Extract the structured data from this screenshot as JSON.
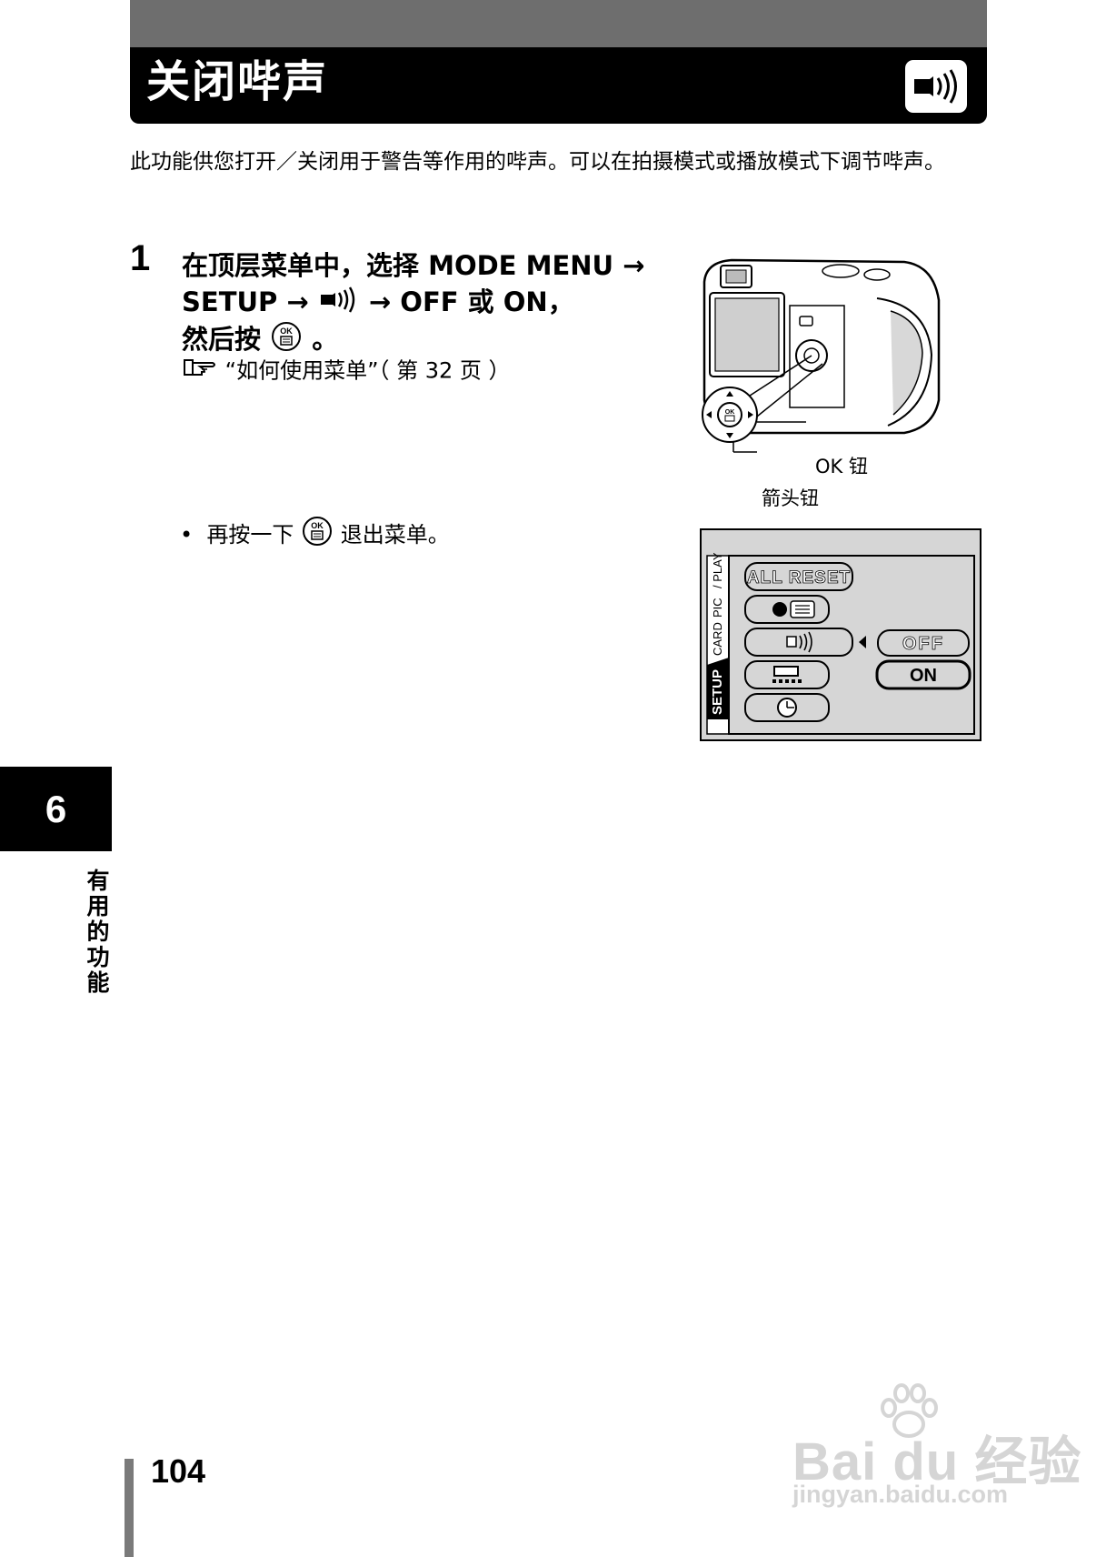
{
  "header": {
    "title": "关闭哔声",
    "icon": "beep-sound-icon"
  },
  "intro": "此功能供您打开／关闭用于警告等作用的哔声。可以在拍摄模式或播放模式下调节哔声。",
  "step": {
    "number": "1",
    "line1": "在顶层菜单中，选择 MODE MENU →",
    "line2a": "SETUP →",
    "line2b": "→ OFF 或 ON，",
    "line3a": "然后按",
    "line3b": "。",
    "ref": "“如何使用菜单”（ 第 32 页 ）",
    "bullet_a": "再按一下",
    "bullet_b": "退出菜单。"
  },
  "camera_figure": {
    "label_ok": "OK 钮",
    "label_arrow": "箭头钮"
  },
  "lcd_menu": {
    "tabs": [
      "SETUP",
      "CARD",
      "PIC",
      "PLAY"
    ],
    "items": [
      "ALL RESET",
      "language-icon",
      "beep-icon",
      "brightness-icon",
      "clock-icon"
    ],
    "options": [
      "OFF",
      "ON"
    ],
    "selected_option": "ON"
  },
  "side_tab": {
    "chapter": "6",
    "label": "有用的功能"
  },
  "page_number": "104",
  "watermark": {
    "main": "Bai du 经验",
    "sub": "jingyan.baidu.com"
  }
}
